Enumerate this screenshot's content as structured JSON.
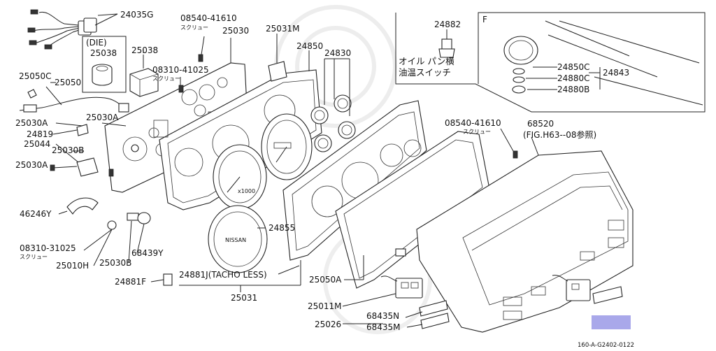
{
  "diagram": {
    "labels": {
      "p24035G": "24035G",
      "die": "(DIE)",
      "p25038a": "25038",
      "p25038b": "25038",
      "p25050C": "25050C",
      "p25050": "25050",
      "p25030A1": "25030A",
      "p25030A2": "25030A",
      "p25030A3": "25030A",
      "p24819": "24819",
      "p25044": "25044",
      "p25030B1": "25030B",
      "p25030B2": "25030B",
      "p46246Y": "46246Y",
      "p08310_31025": "08310-31025",
      "screw1": "スクリュー",
      "p25010H": "25010H",
      "p68439Y": "68439Y",
      "p24881F": "24881F",
      "p08540_41610a": "08540-41610",
      "screw2": "スクリュー",
      "p08310_41025": "08310-41025",
      "screw3": "スクリュー",
      "p25030": "25030",
      "p25031M": "25031M",
      "p24850": "24850",
      "p24830": "24830",
      "p24855": "24855",
      "p24881J": "24881J(TACHO LESS)",
      "p25031": "25031",
      "p25050A": "25050A",
      "p25011M": "25011M",
      "p25026": "25026",
      "p68435N": "68435N",
      "p68435M": "68435M",
      "p24882": "24882",
      "oil1": "オイル パン横",
      "oil2": "油温スイッチ",
      "boxF": "F",
      "p24850C": "24850C",
      "p24880C": "24880C",
      "p24880B": "24880B",
      "p24843": "24843",
      "p08540_41610b": "08540-41610",
      "screw4": "スクリュー",
      "p68520": "68520",
      "fig": "(FIG.H63--08参照)",
      "nissan": "NISSAN",
      "ref": "160-A-G2402-0122"
    },
    "highlight_color": "#a9a8ea"
  }
}
